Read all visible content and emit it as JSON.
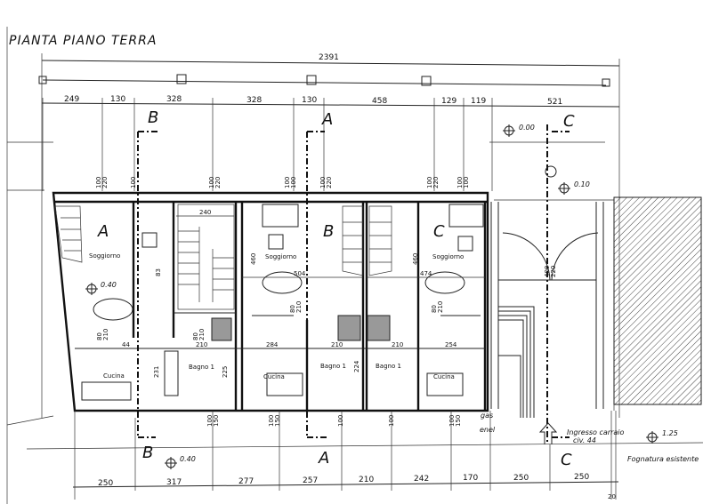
{
  "title": "PIANTA PIANO TERRA",
  "overall_dim": "2391",
  "dims_top": [
    "249",
    "130",
    "328",
    "328",
    "130",
    "458",
    "129",
    "119",
    "521"
  ],
  "dims_bottom": [
    "250",
    "317",
    "277",
    "257",
    "210",
    "242",
    "170",
    "250",
    "250",
    "20"
  ],
  "units": [
    "A",
    "B",
    "C"
  ],
  "rooms": {
    "soggiorno": "Soggiorno",
    "cucina": "Cucina",
    "bagno": "Bagno 1"
  },
  "sections": {
    "a": "A",
    "b": "B",
    "c": "C"
  },
  "elevations": [
    "0.00",
    "0.10",
    "0.40",
    "0.40",
    "1.25"
  ],
  "inner_dims": [
    "240",
    "460",
    "460",
    "504",
    "474",
    "284",
    "254",
    "210",
    "210",
    "210",
    "231",
    "225",
    "224",
    "83",
    "44"
  ],
  "window_labels": {
    "w1": "100",
    "w2": "220",
    "d1": "80",
    "d2": "210",
    "b1": "100",
    "b2": "150"
  },
  "annotations": {
    "gas": "gas",
    "enel": "enel",
    "ingresso": "Ingresso carraio",
    "civico": "civ. 44",
    "fognatura": "Fognatura esistente",
    "garage_dim1": "400",
    "garage_dim2": "220"
  }
}
